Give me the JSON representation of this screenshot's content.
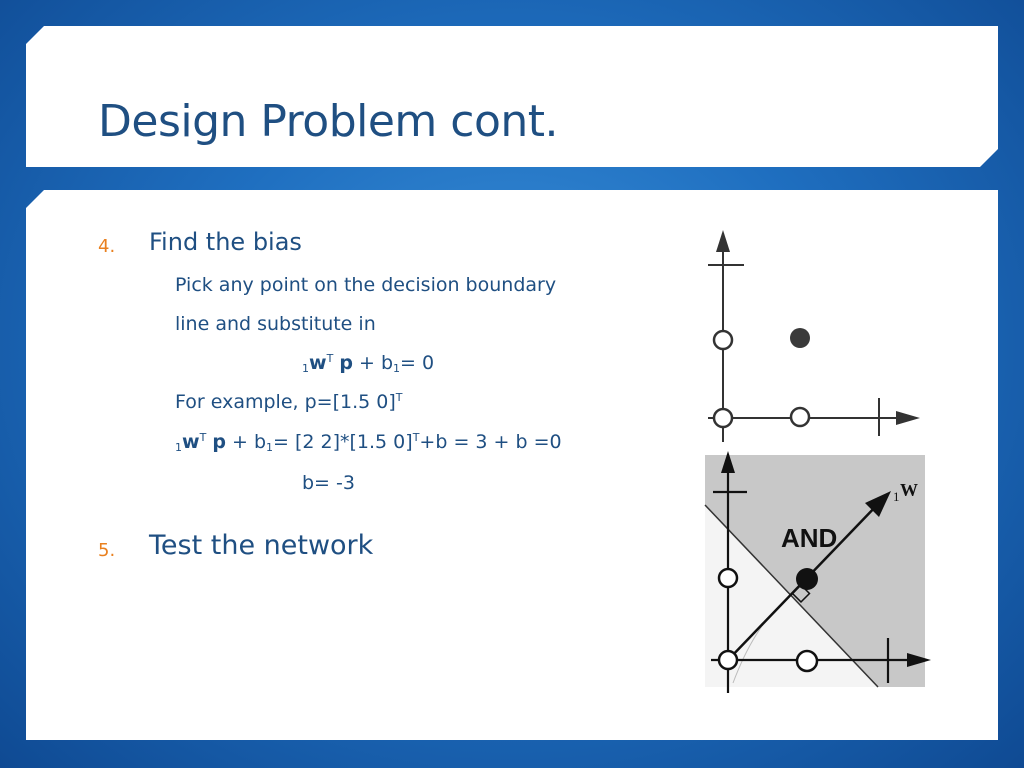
{
  "slide": {
    "title": "Design Problem cont.",
    "step4": {
      "number": "4.",
      "heading": "Find the bias",
      "line1": "Pick any point on the decision boundary",
      "line2": "line and substitute in",
      "eq1": {
        "pre": "1",
        "w": "w",
        "sup": "T",
        "p": "p",
        "rest1": " + b",
        "sub": "1",
        "rest2": "= 0"
      },
      "example": {
        "text": "For example, p=[1.5 0]",
        "sup": "T"
      },
      "eq2": {
        "pre": "1",
        "w": "w",
        "sup": "T",
        "p": "p",
        "rest1": " + b",
        "sub": "1",
        "rest2": "= [2 2]*[1.5 0]",
        "sup2": "T",
        "rest3": "+b = 3 + b =0"
      },
      "result": "b= -3"
    },
    "step5": {
      "number": "5.",
      "heading": "Test the network"
    },
    "figure": {
      "label_and": "AND",
      "label_w_pre": "1",
      "label_w": "W"
    }
  },
  "colors": {
    "title": "#1f4f82",
    "number": "#e9801f",
    "background": "#1f6fc0"
  }
}
